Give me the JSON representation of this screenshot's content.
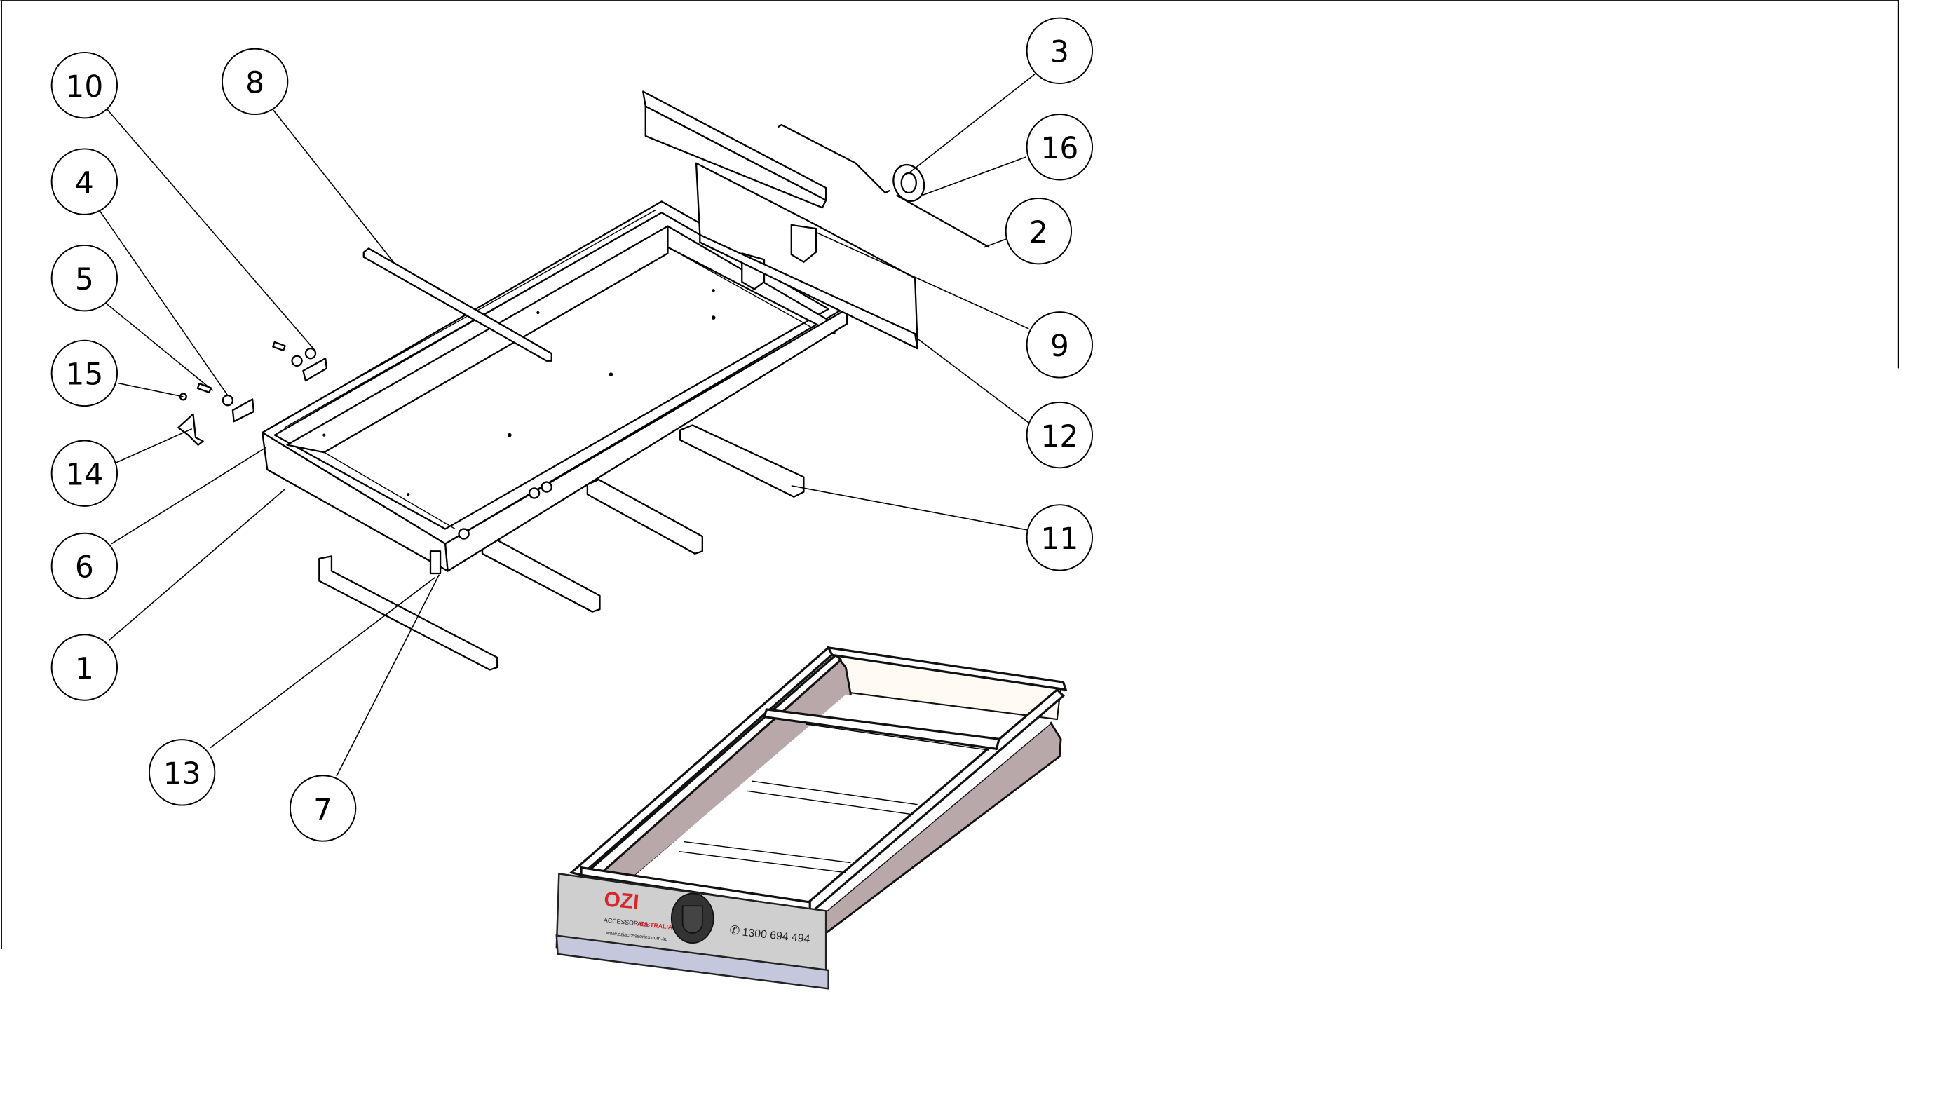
{
  "drawing": {
    "title": "Drawer slide assembly - exploded view",
    "balloons": [
      {
        "id": "balloon-10",
        "label": "10"
      },
      {
        "id": "balloon-8",
        "label": "8"
      },
      {
        "id": "balloon-4",
        "label": "4"
      },
      {
        "id": "balloon-5",
        "label": "5"
      },
      {
        "id": "balloon-15",
        "label": "15"
      },
      {
        "id": "balloon-14",
        "label": "14"
      },
      {
        "id": "balloon-6",
        "label": "6"
      },
      {
        "id": "balloon-1",
        "label": "1"
      },
      {
        "id": "balloon-13",
        "label": "13"
      },
      {
        "id": "balloon-7",
        "label": "7"
      },
      {
        "id": "balloon-3",
        "label": "3"
      },
      {
        "id": "balloon-16",
        "label": "16"
      },
      {
        "id": "balloon-2",
        "label": "2"
      },
      {
        "id": "balloon-9",
        "label": "9"
      },
      {
        "id": "balloon-12",
        "label": "12"
      },
      {
        "id": "balloon-11",
        "label": "11"
      }
    ]
  },
  "render": {
    "brand": "OZI",
    "brand_sub_left": "ACCESSORIES",
    "brand_sub_right": "AUSTRALIA",
    "website": "www.oziaccessories.com.au",
    "phone": "1300 694 494",
    "brand_color": "#d8262c",
    "side_color": "#b8a8aa"
  }
}
